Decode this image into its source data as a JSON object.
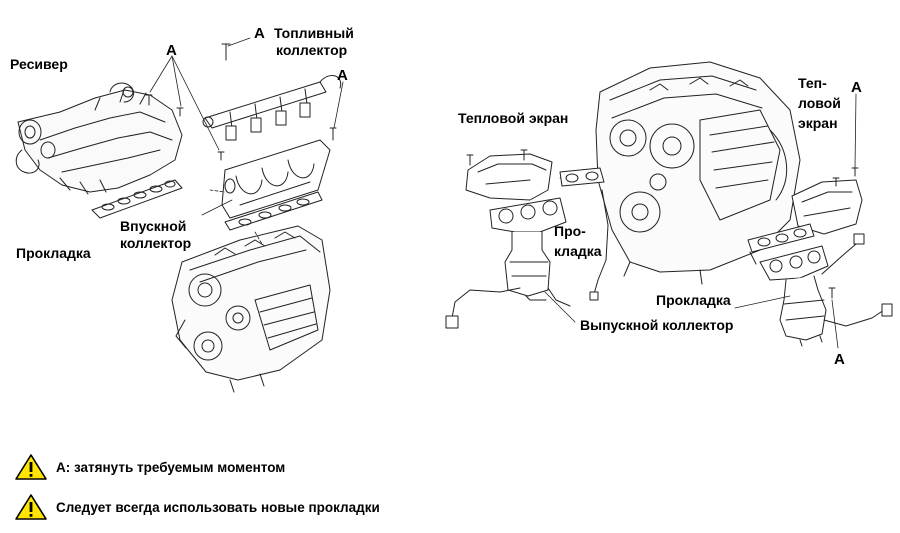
{
  "labels": {
    "receiver": "Ресивер",
    "a_left_top": "A",
    "a_fuel_top": "A",
    "fuel_rail_1": "Топливный",
    "fuel_rail_2": "коллектор",
    "a_fuel_right": "A",
    "intake_1": "Впускной",
    "intake_2": "коллектор",
    "gasket_left": "Прокладка",
    "heat_shield_left": "Тепловой экран",
    "gasket_mid_1": "Про-",
    "gasket_mid_2": "кладка",
    "heat_shield_right_1": "Теп-",
    "heat_shield_right_2": "ловой",
    "heat_shield_right_3": "экран",
    "a_right_top": "A",
    "gasket_right": "Прокладка",
    "exhaust": "Выпускной коллектор",
    "a_right_bottom": "A"
  },
  "notes": [
    {
      "icon": "warning-triangle-icon",
      "text": "A: затянуть требуемым моментом"
    },
    {
      "icon": "warning-triangle-icon",
      "text": "Следует всегда использовать новые прокладки"
    }
  ],
  "colors": {
    "warning_fill": "#ffe600",
    "line": "#222222"
  }
}
